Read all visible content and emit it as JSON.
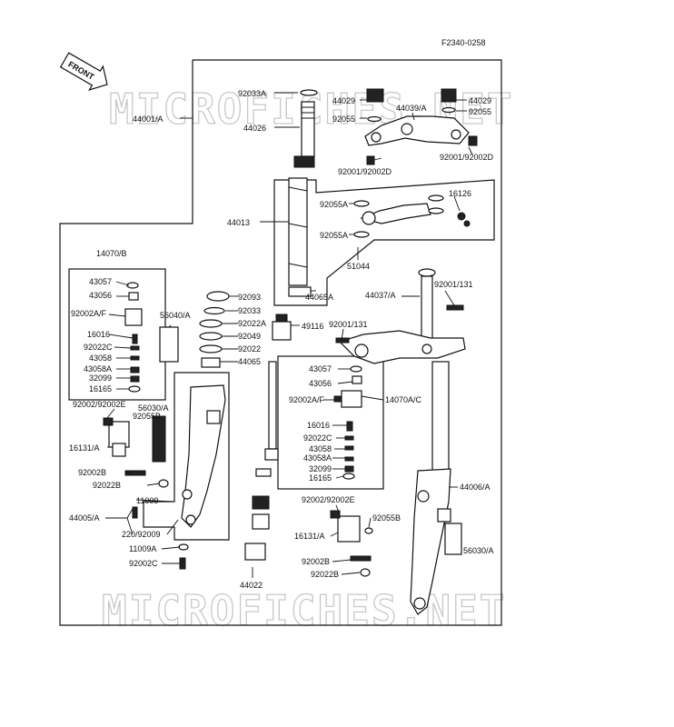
{
  "ref_code": "F2340-0258",
  "front_arrow_text": "FRONT",
  "watermark": "MICROFICHES.NET",
  "labels": {
    "l92033A": "92033A",
    "l44001A": "44001/A",
    "l44026": "44026",
    "l44029a": "44029",
    "l44029b": "44029",
    "l44039A": "44039/A",
    "l92055a": "92055",
    "l92055b": "92055",
    "l92001_92002Da": "92001/92002D",
    "l92001_92002Db": "92001/92002D",
    "l16126": "16126",
    "l92055Aa": "92055A",
    "l92055Ab": "92055A",
    "l51044": "51044",
    "l44013": "44013",
    "l44065A": "44065A",
    "l14070B": "14070/B",
    "l43057a": "43057",
    "l43056a": "43056",
    "l92002AFa": "92002A/F",
    "l16016a": "16016",
    "l92022Ca": "92022C",
    "l43058a": "43058",
    "l43058Aa": "43058A",
    "l32099a": "32099",
    "l16165a": "16165",
    "l56040A": "56040/A",
    "l92093": "92093",
    "l92033": "92033",
    "l92022A": "92022A",
    "l92049": "92049",
    "l92022": "92022",
    "l44065": "44065",
    "l49116": "49116",
    "l92001_131a": "92001/131",
    "l92001_131b": "92001/131",
    "l44037A": "44037/A",
    "l92002_92002Ea": "92002/92002E",
    "l56030Aa": "56030/A",
    "l92055Ba": "92055B",
    "l16131Aa": "16131/A",
    "l92002Ba": "92002B",
    "l92022Ba": "92022B",
    "l11009": "11009",
    "l44005A": "44005/A",
    "l220_92009": "220/92009",
    "l11009A": "11009A",
    "l92002Ca": "92002C",
    "l43057b": "43057",
    "l43056b": "43056",
    "l92002AFb": "92002A/F",
    "l14070AC": "14070A/C",
    "l16016b": "16016",
    "l92022Cb": "92022C",
    "l43058b": "43058",
    "l43058Ab": "43058A",
    "l32099b": "32099",
    "l16165b": "16165",
    "l44022": "44022",
    "l92002_92002Eb": "92002/92002E",
    "l92055Bb": "92055B",
    "l16131Ab": "16131/A",
    "l92002Bb": "92002B",
    "l92022Bb": "92022B",
    "l44006A": "44006/A",
    "l56030Ab": "56030/A"
  },
  "colors": {
    "ink": "#111111",
    "watermark": "#c8c8c8",
    "background": "#ffffff"
  }
}
